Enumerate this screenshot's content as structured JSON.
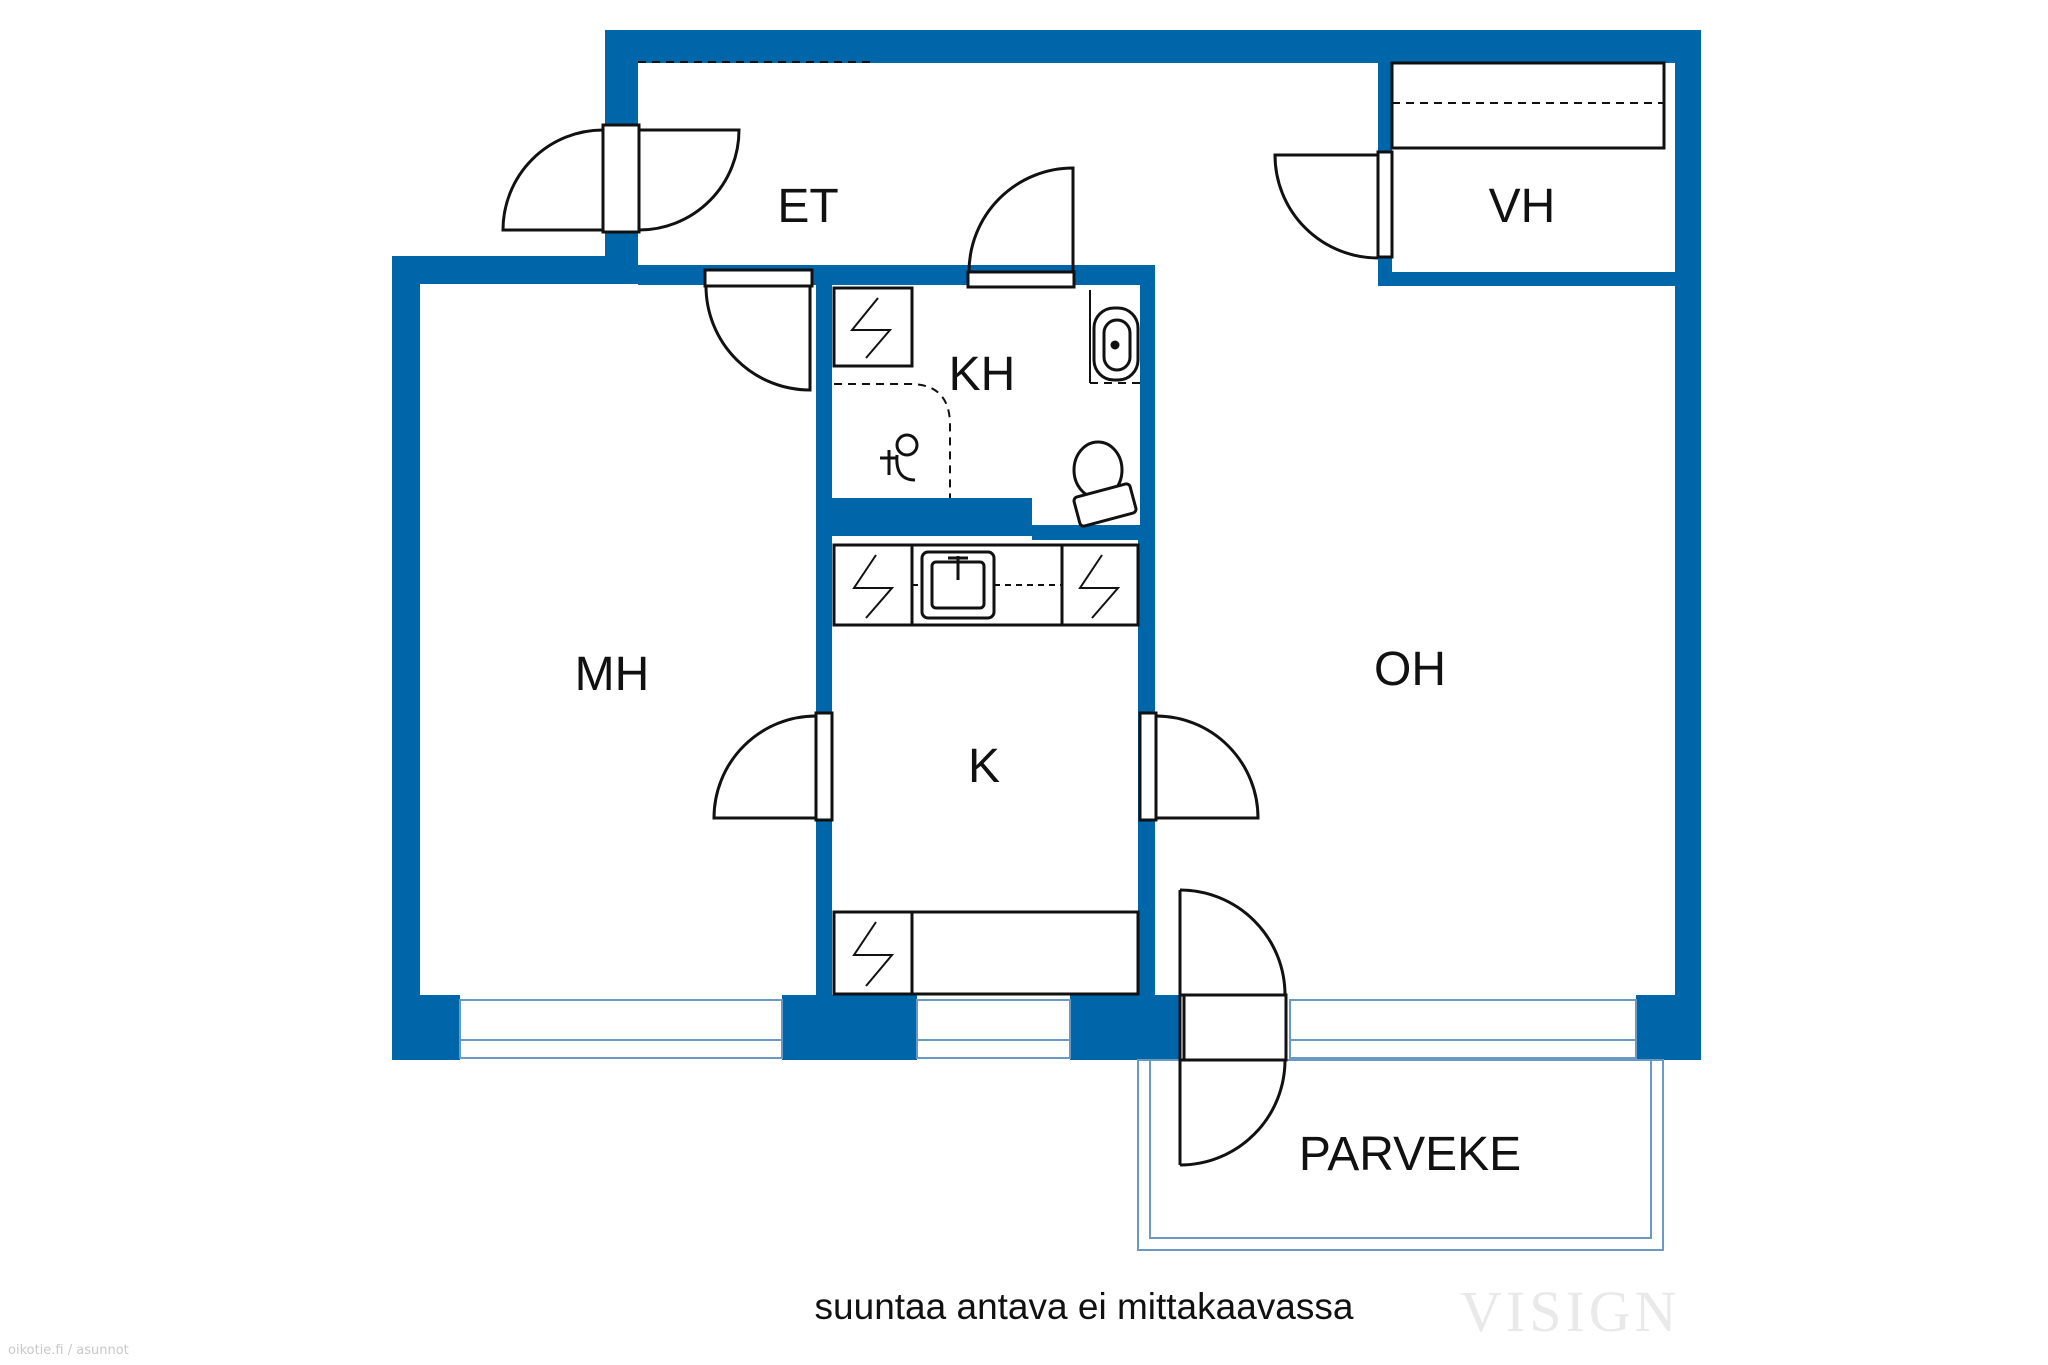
{
  "rooms": {
    "et": "ET",
    "vh": "VH",
    "kh": "KH",
    "mh": "MH",
    "k": "K",
    "oh": "OH",
    "parveke": "PARVEKE"
  },
  "caption": "suuntaa antava ei mittakaavassa",
  "watermark": "VISIGN",
  "source": "oikotie.fi / asunnot",
  "colors": {
    "wall": "#0066aa",
    "line": "#111111",
    "background": "#ffffff"
  },
  "icons": [
    "door-swing-icon",
    "stove-icon",
    "sink-icon",
    "toilet-icon",
    "washbasin-icon",
    "shower-icon"
  ]
}
